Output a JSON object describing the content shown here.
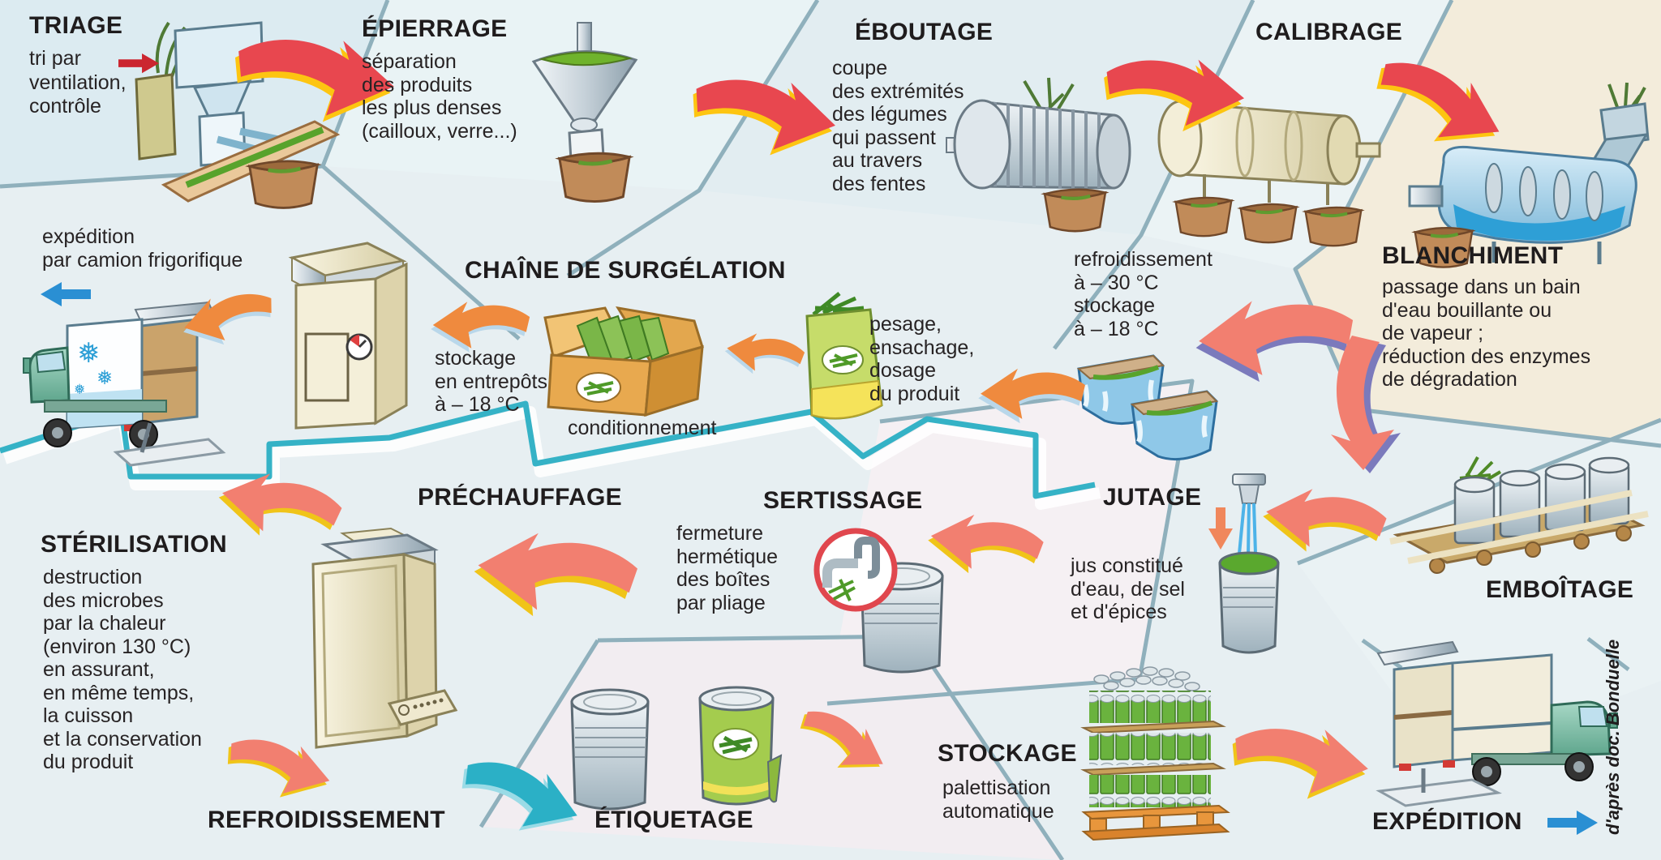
{
  "credit": "d'après doc. Bonduelle",
  "colors": {
    "background": "#e7eff2",
    "panel_beige": "#f3ecdb",
    "panel_pink": "#f5f0f3",
    "panel_green": "#e6efe4",
    "seam_steel": "#8fb0bc",
    "seam_teal": "#35b2c6",
    "arrow_red": "#e8474f",
    "arrow_red_edge": "#fdc511",
    "arrow_salmon": "#f27f70",
    "arrow_salmon_edge": "#f0c419",
    "arrow_salmon_purple_edge": "#7b7abc",
    "arrow_orange": "#ef8a3e",
    "arrow_orange_edge": "#b9d7ea",
    "arrow_teal": "#2bb0c6",
    "arrow_blue": "#2a8fd3",
    "text": "#242021"
  },
  "stages": {
    "triage": {
      "title": "TRIAGE",
      "desc_line1": "tri par",
      "desc_rest": "ventilation,\ncontrôle"
    },
    "epierrage": {
      "title": "ÉPIERRAGE",
      "desc": "séparation\ndes produits\nles plus denses\n(cailloux, verre...)"
    },
    "eboutage": {
      "title": "ÉBOUTAGE",
      "desc": "coupe\ndes extrémités\ndes légumes\nqui passent\nau travers\ndes fentes"
    },
    "calibrage": {
      "title": "CALIBRAGE"
    },
    "blanchiment": {
      "title": "BLANCHIMENT",
      "desc": "passage dans un bain\nd'eau bouillante ou\nde vapeur ;\nréduction des enzymes\nde dégradation"
    },
    "surgelation": {
      "title": "CHAÎNE DE SURGÉLATION",
      "cooling": "refroidissement\nà – 30 °C\nstockage\nà – 18 °C",
      "weighing": "pesage,\nensachage,\ndosage\ndu produit",
      "packing_label": "conditionnement",
      "storage": "stockage\nen entrepôts\nà – 18 °C",
      "shipping": "expédition\npar camion frigorifique"
    },
    "prechauffage": {
      "title": "PRÉCHAUFFAGE"
    },
    "sertissage": {
      "title": "SERTISSAGE",
      "desc": "fermeture\nhermétique\ndes boîtes\npar pliage"
    },
    "jutage": {
      "title": "JUTAGE",
      "desc": "jus constitué\nd'eau, de sel\net d'épices"
    },
    "emboitage": {
      "title": "EMBOÎTAGE"
    },
    "sterilisation": {
      "title": "STÉRILISATION",
      "desc": "destruction\ndes microbes\npar la chaleur\n(environ 130 °C)\nen assurant,\nen même temps,\nla cuisson\net la conservation\ndu produit"
    },
    "refroidissement": {
      "title": "REFROIDISSEMENT"
    },
    "etiquetage": {
      "title": "ÉTIQUETAGE"
    },
    "stockage": {
      "title": "STOCKAGE",
      "desc": "palettisation\nautomatique"
    },
    "expedition": {
      "title": "EXPÉDITION"
    }
  }
}
